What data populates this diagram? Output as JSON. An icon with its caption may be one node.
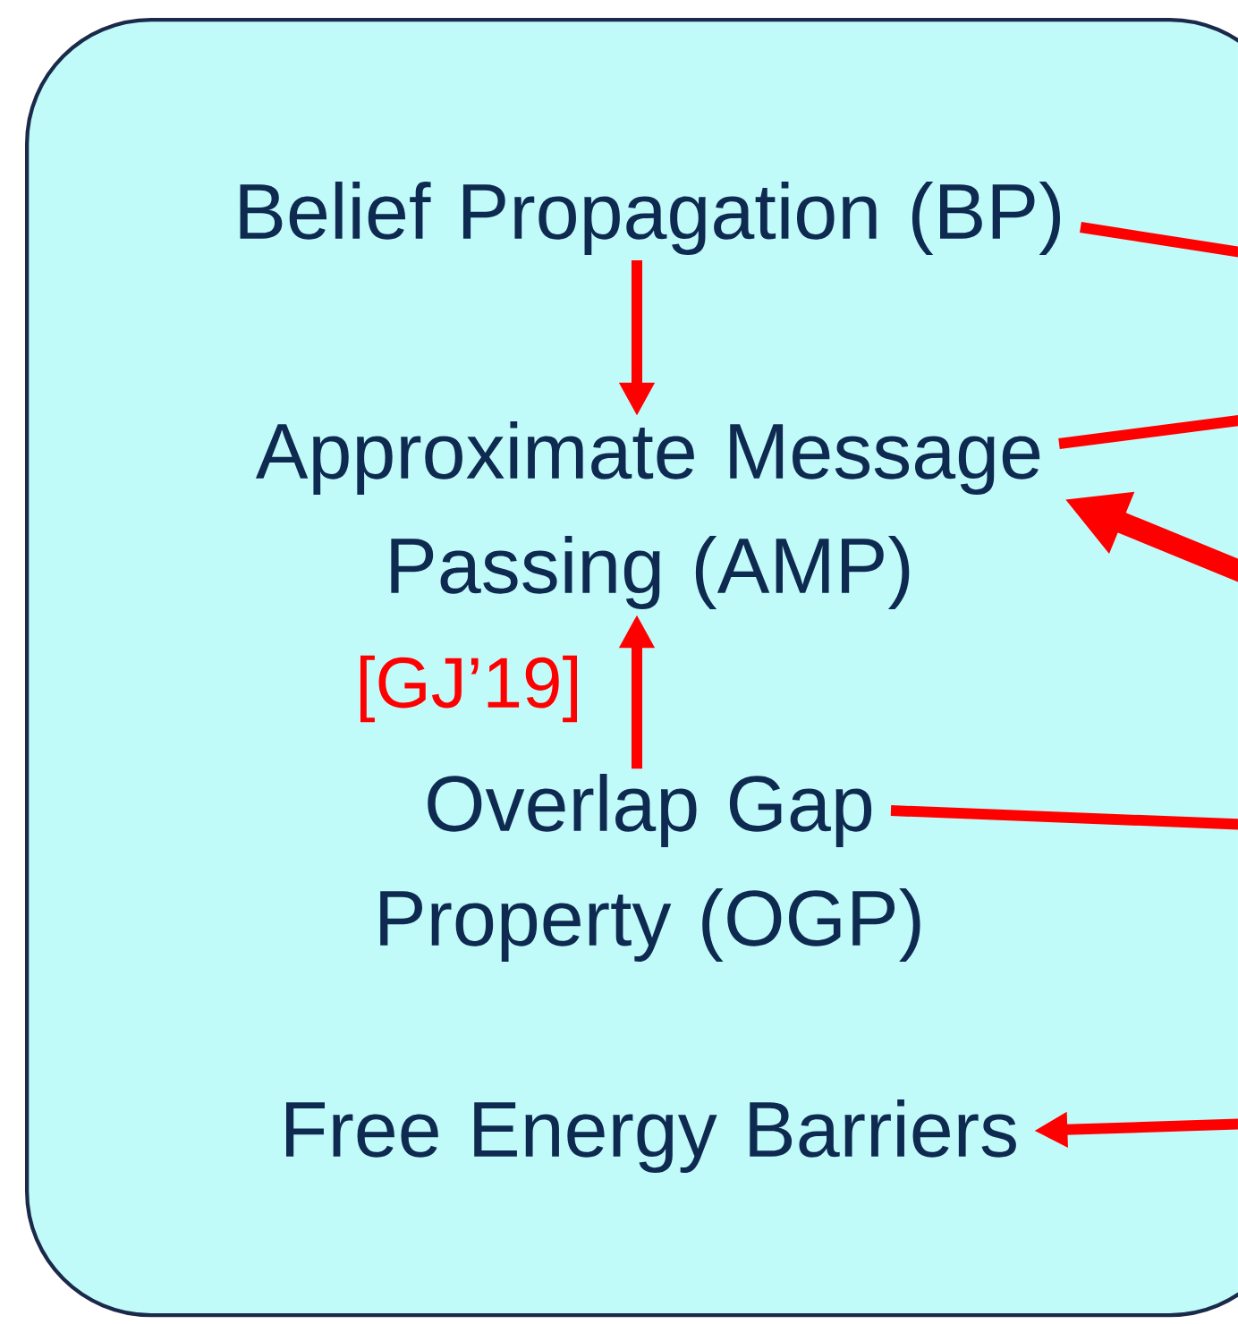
{
  "diagram": {
    "nodes": [
      {
        "text": [],
        "shape": "box"
      },
      {
        "text": [
          "Belief Propagation (BP)"
        ],
        "in": 0
      },
      {
        "text": [
          "Approximate Message Passing (AMP)"
        ],
        "in": 0
      },
      {
        "text": [
          "Overlap Gap Property (OGP)"
        ],
        "in": 0
      },
      {
        "text": [
          "Free Energy Barriers"
        ],
        "in": 0
      }
    ],
    "edges": [
      {
        "from": 1,
        "to": 2,
        "arrow": "to"
      },
      {
        "from": 3,
        "to": 2,
        "arrow": "to",
        "label": "[GJ’19]"
      },
      {
        "from": 1,
        "to": null,
        "arrow": "none"
      },
      {
        "from": 2,
        "to": null,
        "arrow": "none"
      },
      {
        "from": null,
        "to": 2,
        "arrow": "to",
        "style": "thick"
      },
      {
        "from": 3,
        "to": null,
        "arrow": "none"
      },
      {
        "from": null,
        "to": 4,
        "arrow": "to"
      }
    ]
  }
}
